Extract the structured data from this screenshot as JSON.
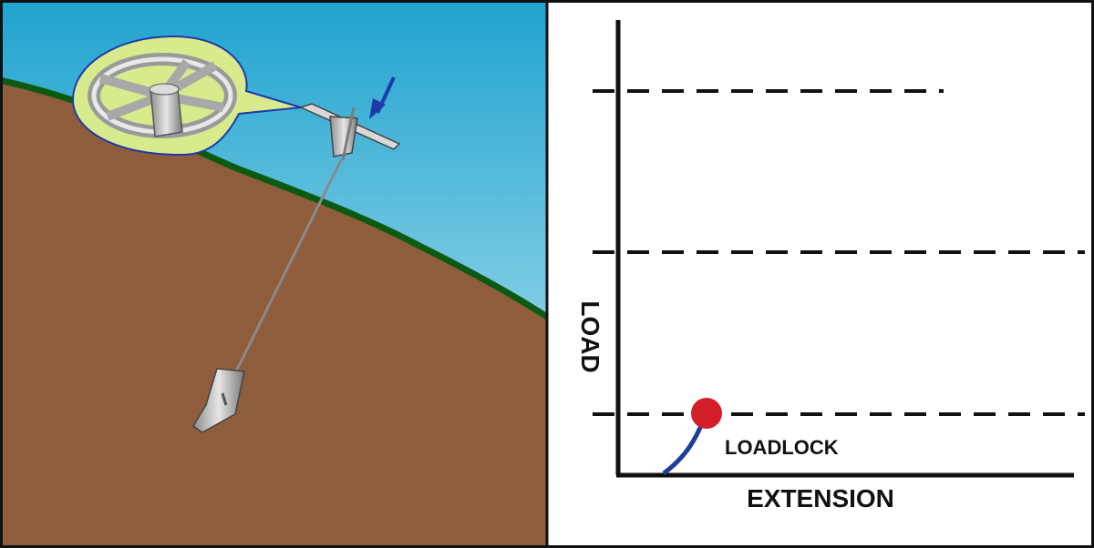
{
  "colors": {
    "sky_top": "#1fa3cf",
    "sky_bottom": "#c7ebf4",
    "soil": "#8f5c3c",
    "grass_line": "#0a5a12",
    "anchor_metal": "#bcbcbc",
    "callout_fill": "#d7eb8c",
    "arrow": "#1f3aa8",
    "curve": "#1d3f9b",
    "marker": "#d21e28",
    "frame": "#111111"
  },
  "illustration": {
    "items": [
      "sky",
      "slope-soil",
      "earth-anchor",
      "anchor-head-plate",
      "callout-bubble",
      "load-arrow"
    ]
  },
  "graph": {
    "y_axis_label": "LOAD",
    "x_axis_label": "EXTENSION",
    "point_label": "LOADLOCK",
    "dashed_levels": [
      "level-high",
      "level-mid",
      "level-low"
    ]
  }
}
